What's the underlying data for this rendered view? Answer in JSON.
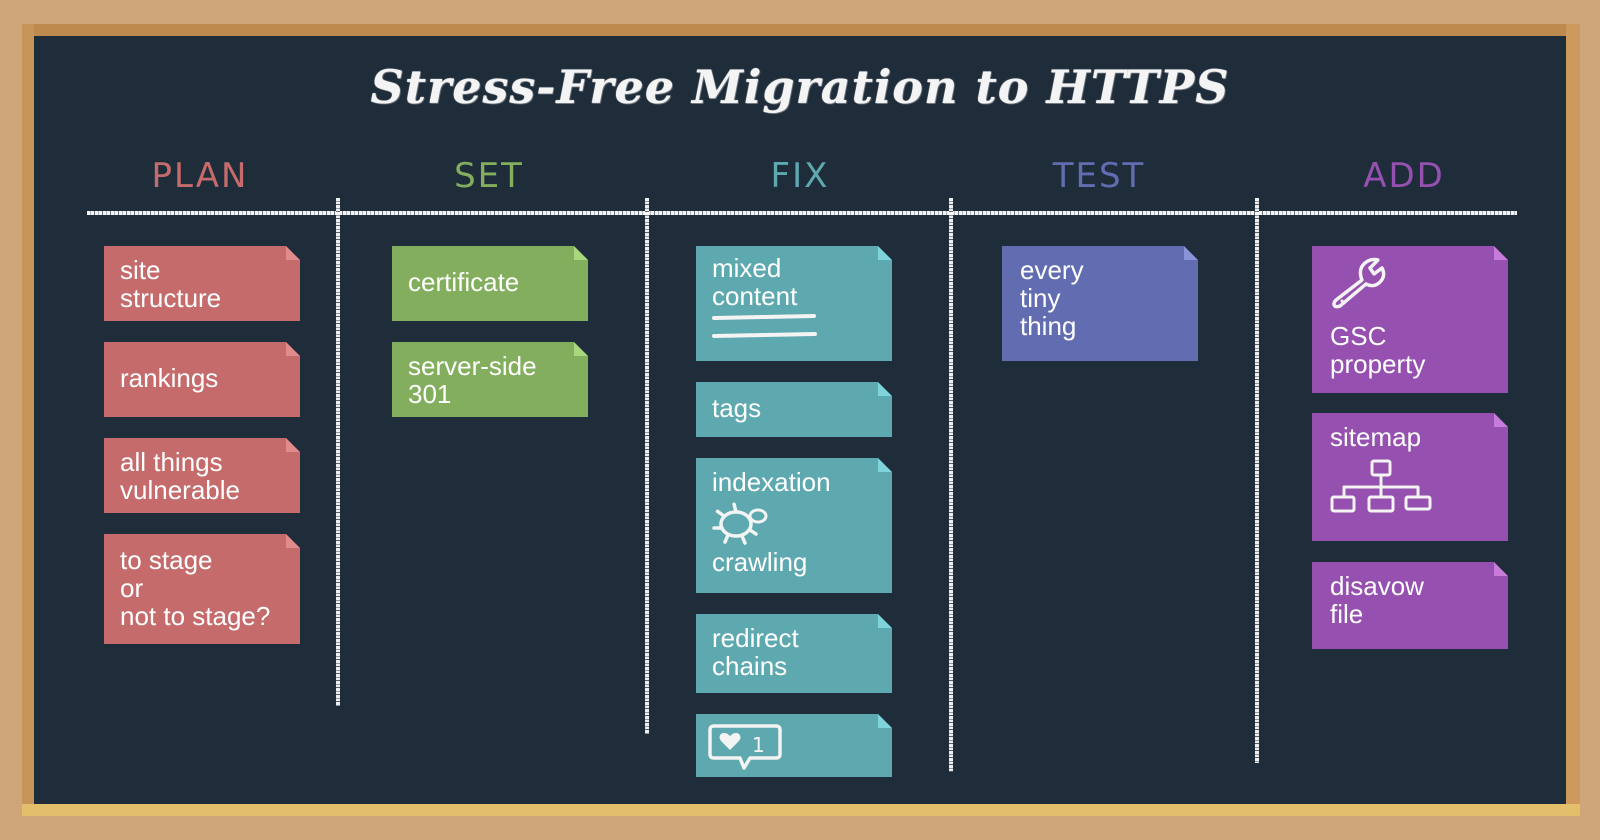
{
  "title": "Stress-Free Migration to HTTPS",
  "colors": {
    "board": "#1F2D3B",
    "frame": "#CFA57A",
    "plan": "#C56B6B",
    "set": "#82AE5D",
    "fix": "#5EA9AF",
    "test": "#626DB1",
    "add": "#9550B0"
  },
  "columns": [
    {
      "header": "PLAN",
      "header_color": "#C56B6B",
      "cards": [
        {
          "label": "site\nstructure"
        },
        {
          "label": "rankings"
        },
        {
          "label": "all things\nvulnerable"
        },
        {
          "label": "to stage\nor\nnot to stage?"
        }
      ]
    },
    {
      "header": "SET",
      "header_color": "#82AE5D",
      "cards": [
        {
          "label": "certificate"
        },
        {
          "label": "server-side\n301"
        }
      ]
    },
    {
      "header": "FIX",
      "header_color": "#5EA9AF",
      "cards": [
        {
          "label": "mixed\ncontent",
          "icon": "text-lines-icon"
        },
        {
          "label": "tags"
        },
        {
          "label": "indexation",
          "icon": "spider-bug-icon",
          "label2": "crawling"
        },
        {
          "label": "redirect\nchains"
        },
        {
          "label": "",
          "icon": "like-notification-icon",
          "icon_count": "1"
        }
      ]
    },
    {
      "header": "TEST",
      "header_color": "#626DB1",
      "cards": [
        {
          "label": "every\ntiny\nthing"
        }
      ]
    },
    {
      "header": "ADD",
      "header_color": "#9550B0",
      "cards": [
        {
          "label": "GSC\nproperty",
          "icon": "wrench-icon"
        },
        {
          "label": "sitemap",
          "icon": "sitemap-icon"
        },
        {
          "label": "disavow\nfile"
        }
      ]
    }
  ]
}
